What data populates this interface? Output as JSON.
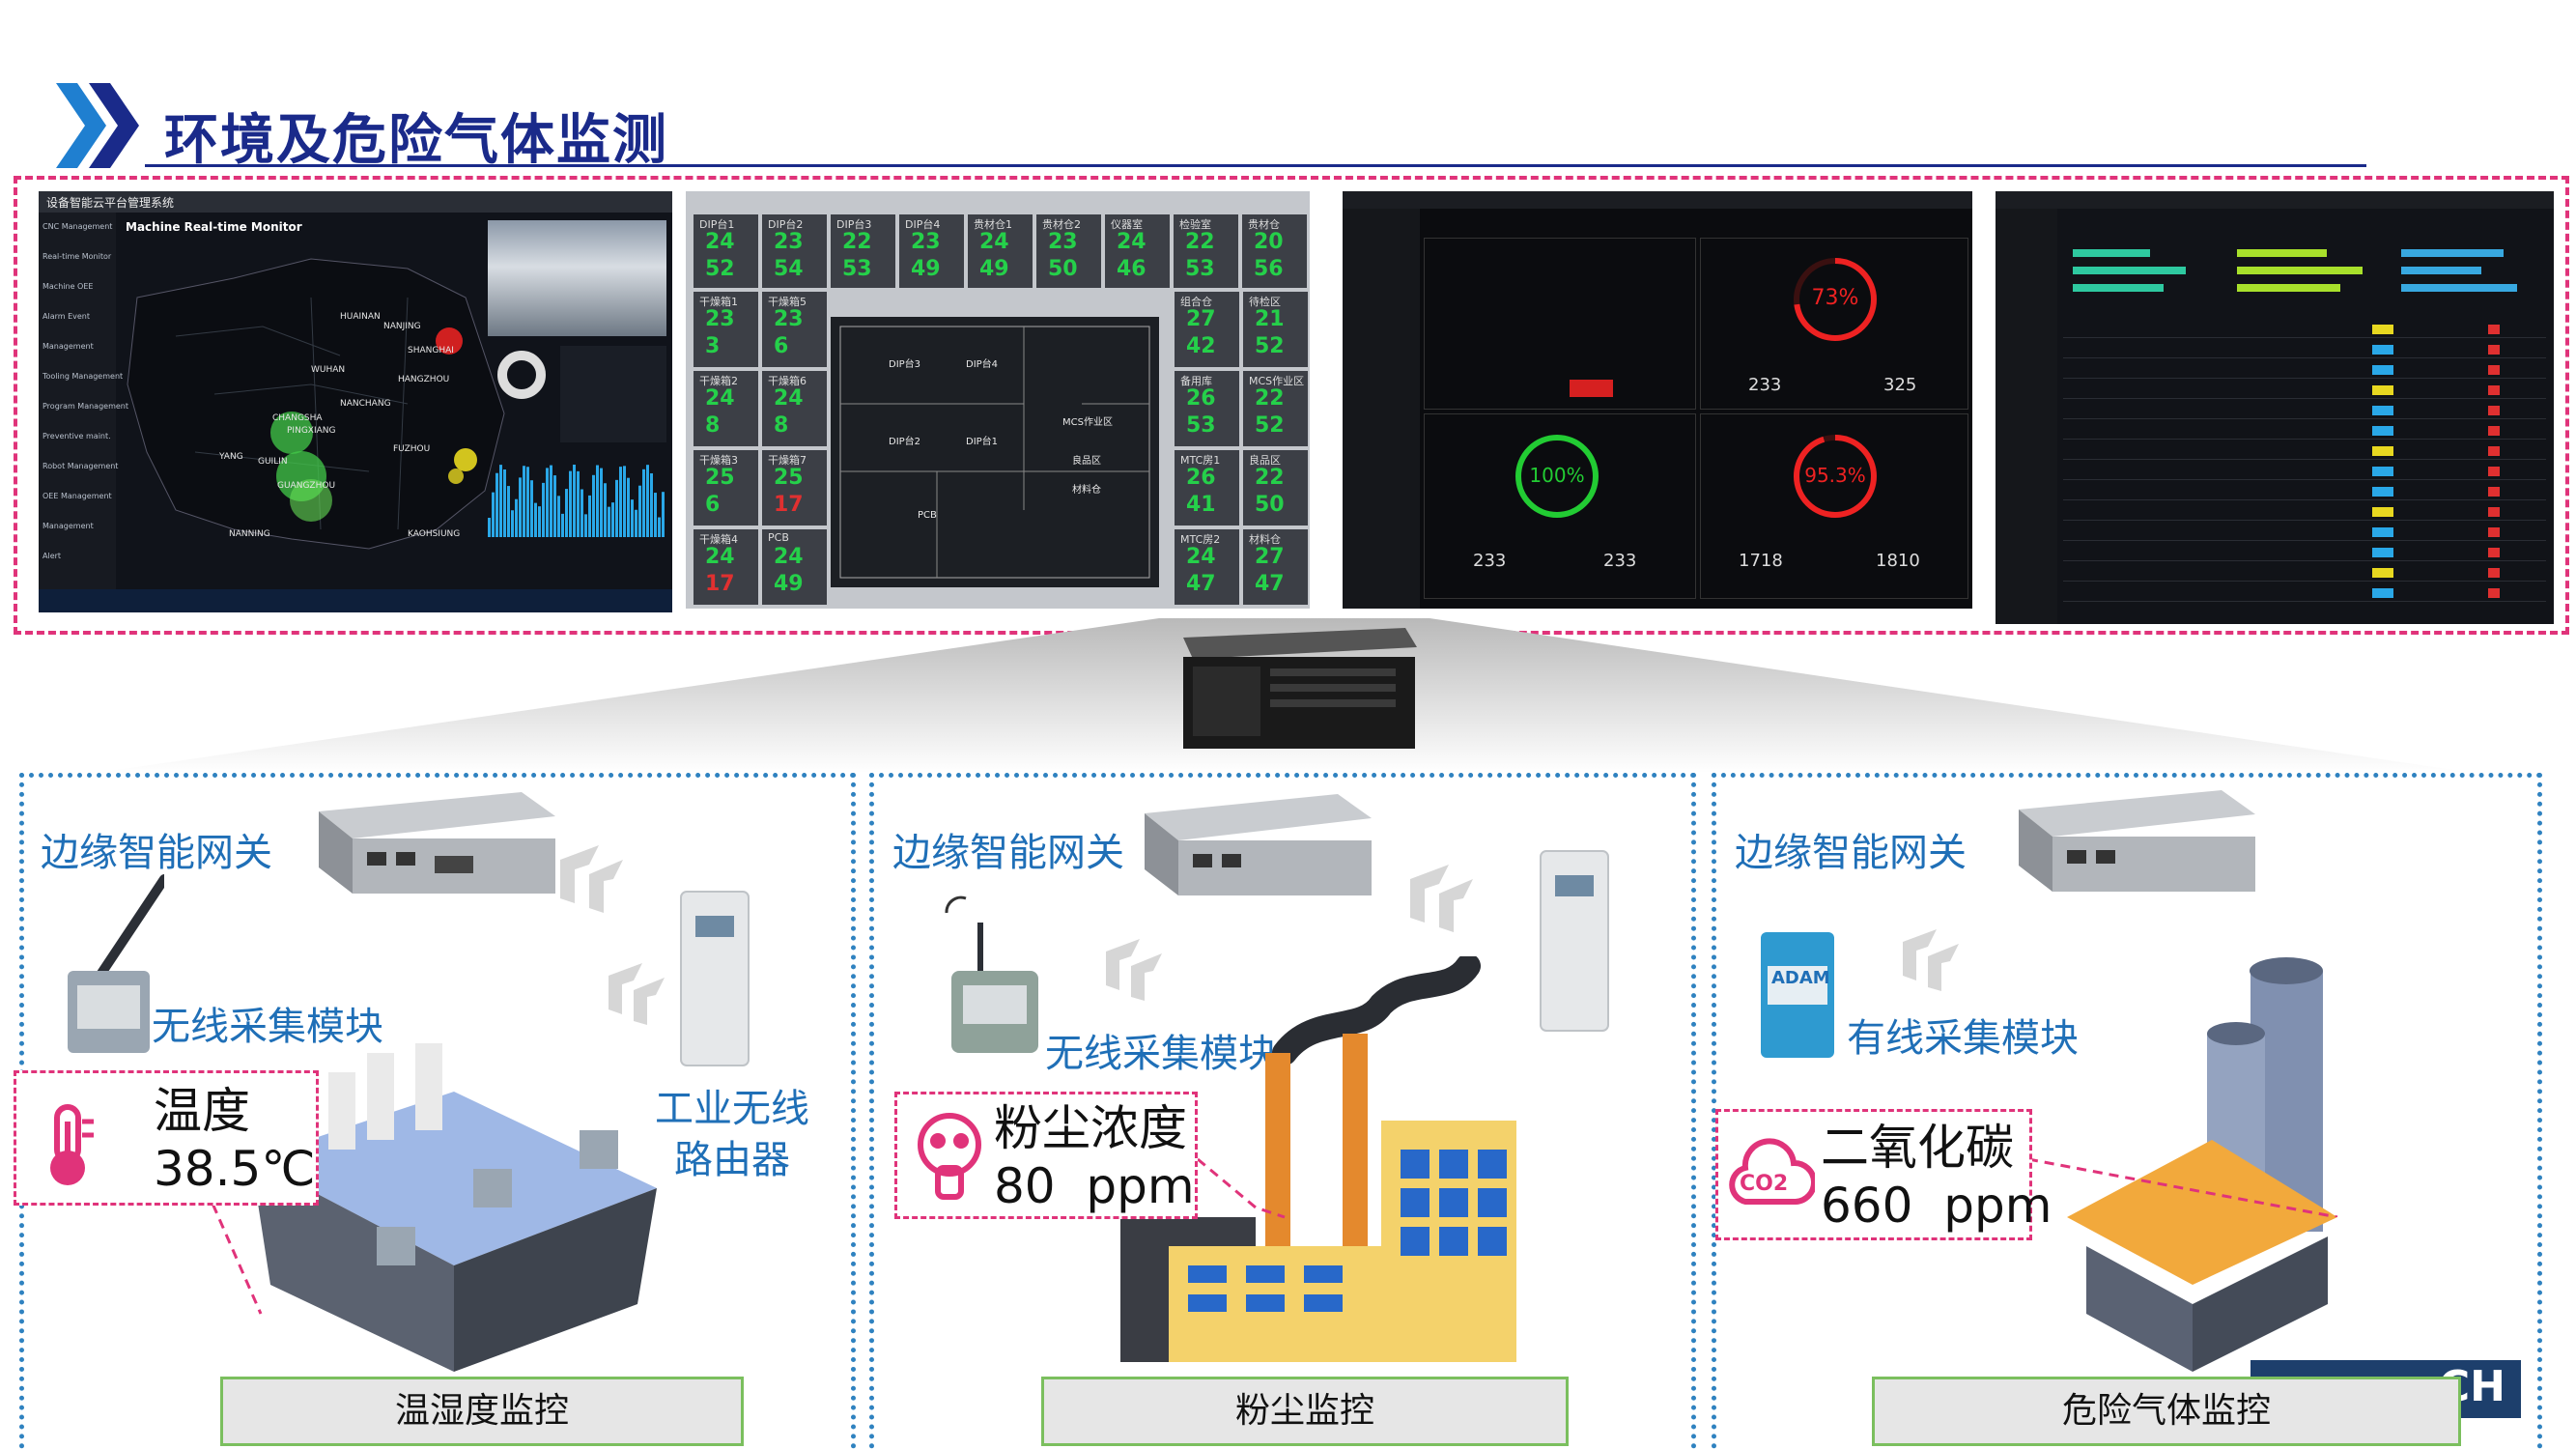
{
  "header": {
    "title": "环境及危险气体监测"
  },
  "dashboards": {
    "map": {
      "app_title": "设备智能云平台管理系统",
      "subtitle": "Machine Real-time Monitor",
      "side_menu": [
        "CNC Management",
        "Real-time Monitor",
        "Machine OEE",
        "Alarm Event",
        "Management",
        "Tooling Management",
        "Program Management",
        "Preventive maint.",
        "Robot Management",
        "OEE Management",
        "Management",
        "Alert"
      ],
      "cities": [
        "HUAINAN",
        "NANJING",
        "SHANGHAI",
        "WUHAN",
        "HANGZHOU",
        "NANCHANG",
        "CHANGSHA",
        "PINGXIANG",
        "FUZHOU",
        "GUILIN",
        "GUANGZHOU",
        "KAOHSIUNG",
        "NANNING",
        "YANG"
      ]
    },
    "grid": {
      "cells": [
        {
          "name": "DIP台1",
          "t": "24",
          "h": "52"
        },
        {
          "name": "DIP台2",
          "t": "23",
          "h": "54"
        },
        {
          "name": "DIP台3",
          "t": "22",
          "h": "53"
        },
        {
          "name": "DIP台4",
          "t": "23",
          "h": "49"
        },
        {
          "name": "贵材仓1",
          "t": "24",
          "h": "49"
        },
        {
          "name": "贵材仓2",
          "t": "23",
          "h": "50"
        },
        {
          "name": "仪器室",
          "t": "24",
          "h": "46"
        },
        {
          "name": "检验室",
          "t": "22",
          "h": "53"
        },
        {
          "name": "贵材仓",
          "t": "20",
          "h": "56"
        }
      ],
      "left_col": [
        {
          "name": "干燥箱1",
          "t": "23",
          "h": "3"
        },
        {
          "name": "干燥箱5",
          "t": "23",
          "h": "6"
        },
        {
          "name": "干燥箱2",
          "t": "24",
          "h": "8"
        },
        {
          "name": "干燥箱6",
          "t": "24",
          "h": "8"
        },
        {
          "name": "干燥箱3",
          "t": "25",
          "h": "6"
        },
        {
          "name": "干燥箱7",
          "t": "25",
          "h": "17"
        },
        {
          "name": "干燥箱4",
          "t": "24",
          "h": "17"
        },
        {
          "name": "PCB",
          "t": "24",
          "h": "49"
        }
      ],
      "right_col": [
        {
          "name": "组合仓",
          "t": "27",
          "h": "42"
        },
        {
          "name": "待检区",
          "t": "21",
          "h": "52"
        },
        {
          "name": "备用库",
          "t": "26",
          "h": "53"
        },
        {
          "name": "MCS作业区",
          "t": "22",
          "h": "52"
        },
        {
          "name": "MTC房1",
          "t": "26",
          "h": "41"
        },
        {
          "name": "良品区",
          "t": "22",
          "h": "50"
        },
        {
          "name": "MTC房2",
          "t": "24",
          "h": "47"
        },
        {
          "name": "材料仓",
          "t": "27",
          "h": "47"
        }
      ],
      "floor_labels": [
        "DIP台3",
        "DIP台4",
        "DIP台2",
        "DIP台1",
        "PCB",
        "MCS作业区",
        "良品区",
        "材料仓"
      ]
    },
    "gauges": {
      "g1": "73%",
      "g1_left": "233",
      "g1_right": "325",
      "g2": "100%",
      "g2_left": "233",
      "g2_right": "233",
      "g3": "95.3%",
      "g3_left": "1718",
      "g3_right": "1810"
    }
  },
  "sections": [
    {
      "gateway_label": "边缘智能网关",
      "module_label": "无线采集模块",
      "router_label_1": "工业无线",
      "router_label_2": "路由器",
      "reading_name": "温度",
      "reading_value": "38.5℃",
      "caption": "温湿度监控"
    },
    {
      "gateway_label": "边缘智能网关",
      "module_label": "无线采集模块",
      "reading_name": "粉尘浓度",
      "reading_value": "80  ppm",
      "caption": "粉尘监控"
    },
    {
      "gateway_label": "边缘智能网关",
      "module_label": "有线采集模块",
      "reading_name": "二氧化碳",
      "reading_value": "660  ppm",
      "co2_icon_text": "CO2",
      "adam_text": "ADAM",
      "caption": "危险气体监控",
      "watermark": "CH"
    }
  ],
  "colors": {
    "title": "#1a2a8a",
    "accent_pink": "#e0337a",
    "section_blue": "#2f82c0",
    "label_blue": "#1f6fb7",
    "caption_border": "#7bbf5e"
  }
}
